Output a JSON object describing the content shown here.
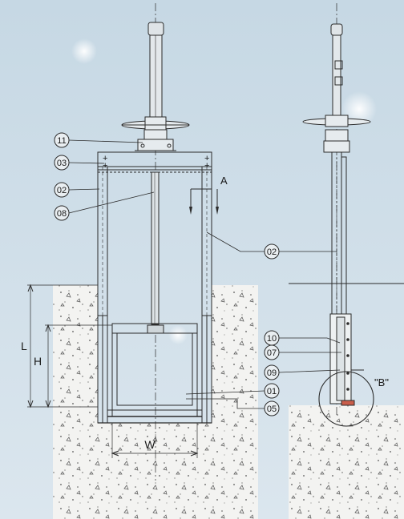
{
  "diagram": {
    "palette": {
      "sky_top": "#c6d8e4",
      "sky_bottom": "#dbe6ee",
      "concrete": "#f3f3f1",
      "line": "#2b2b2b",
      "highlight": "#ffffff"
    },
    "callouts": {
      "c11": "11",
      "c03": "03",
      "c02a": "02",
      "c08": "08",
      "c02b": "02",
      "c10": "10",
      "c07": "07",
      "c09": "09",
      "c01": "01",
      "c05": "05"
    },
    "labels": {
      "section": "A",
      "detail": "\"B\"",
      "dim_L": "L",
      "dim_H": "H",
      "dim_W": "W"
    },
    "icons": [
      "handwheel-icon",
      "section-arrow-icon",
      "detail-circle-icon"
    ]
  }
}
